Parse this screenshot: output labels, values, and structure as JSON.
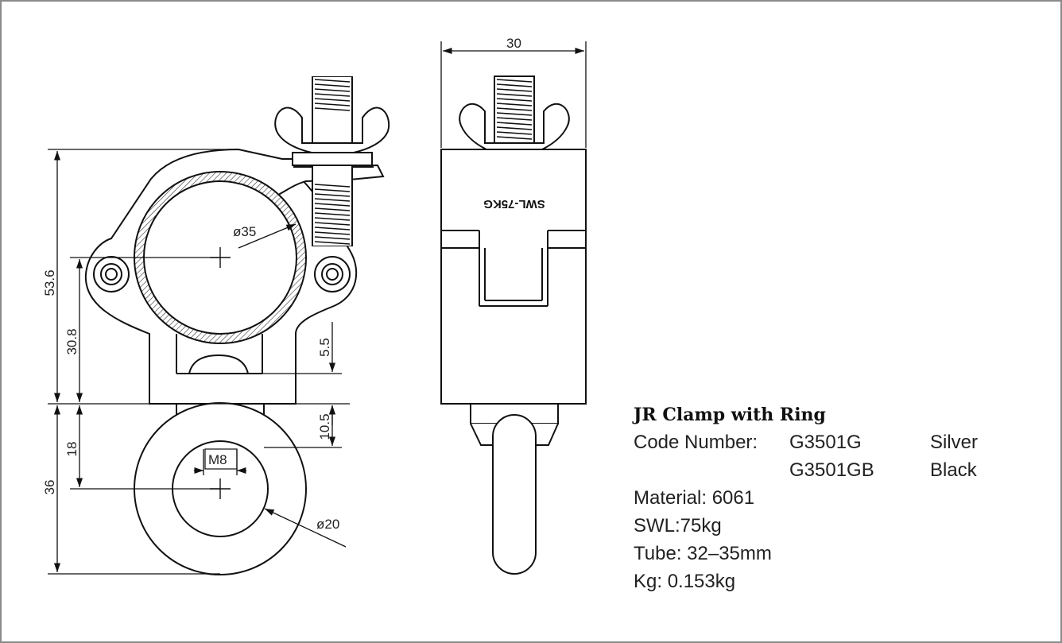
{
  "dimensions": {
    "width_30": "30",
    "height_53_6": "53.6",
    "height_30_8": "30.8",
    "height_18": "18",
    "height_36": "36",
    "gap_5_5": "5.5",
    "gap_10_5": "10.5",
    "dia_35": "ø35",
    "dia_20": "ø20",
    "thread_m8": "M8"
  },
  "marking": "SWL-75KG",
  "specs": {
    "title": "JR Clamp with Ring",
    "code_label": "Code Number:",
    "codes": [
      {
        "code": "G3501G",
        "color": "Silver"
      },
      {
        "code": "G3501GB",
        "color": "Black"
      }
    ],
    "material": "Material: 6061",
    "swl": "SWL:75kg",
    "tube": "Tube: 32–35mm",
    "weight": "Kg: 0.153kg"
  }
}
